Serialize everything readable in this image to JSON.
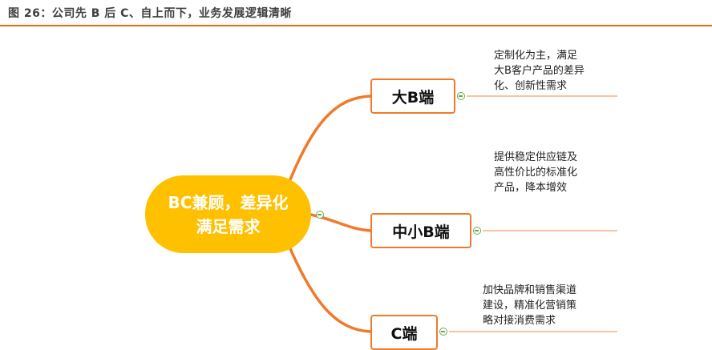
{
  "figure": {
    "title": "图 26：公司先 B 后 C、自上而下，业务发展逻辑清晰"
  },
  "mindmap": {
    "root": "BC兼顾，差异化满足需求",
    "branches": [
      {
        "label": "大B端",
        "note": "定制化为主，满足\n大B客户产品的差异\n化、创新性需求"
      },
      {
        "label": "中小B端",
        "note": "提供稳定供应链及\n高性价比的标准化\n产品，降本增效"
      },
      {
        "label": "C端",
        "note": "加快品牌和销售渠道\n建设，精准化营销策\n略对接消费需求"
      }
    ],
    "colors": {
      "connector": "#f07a2a",
      "root_fill": "#ffc000",
      "note_line": "#f4b183",
      "toggle": "#6aa84f",
      "title_rule": "#e36c0a"
    },
    "toggle_icon": "collapse-minus-icon"
  }
}
